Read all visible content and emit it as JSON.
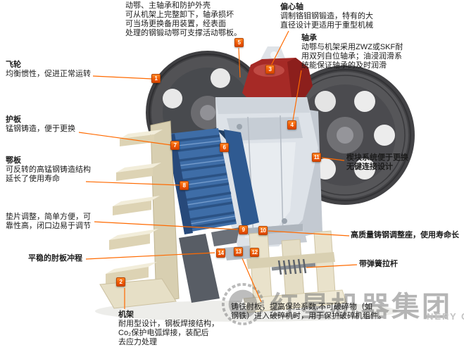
{
  "palette": {
    "accent_line": "#ff6a00",
    "marker_bg": "#ef5a00",
    "machine_blue": "#3e6da7",
    "machine_red": "#a62a26",
    "machine_cream": "#e9e2cb",
    "machine_dark": "#47474a",
    "watermark_gray": "#6e6e6e"
  },
  "callouts": {
    "moving_jaw": [
      "动鄂、主轴承和防护外壳",
      "可从机架上完整卸下，轴承损坏",
      "可当场更换备用装置，经表面",
      "处理的钢锻动鄂可支撑活动鄂板。"
    ],
    "eccentric_shaft": [
      "偏心轴",
      "调制铬钼钢锻造，特有的大",
      "直径设计更适用于重型机械"
    ],
    "bearing": [
      "轴承",
      "动鄂与机架采用ZWZ或SKF耐",
      "用双列自位轴承；油浸润滑系",
      "统能保证轴承的及时润滑"
    ],
    "flywheel": [
      "飞轮",
      "均衡惯性，促进正常运转"
    ],
    "guard_plate": [
      "护板",
      "锰钢铸造，便于更换"
    ],
    "jaw_plate": [
      "鄂板",
      "可反转的高锰钢铸造结构",
      "延长了使用寿命"
    ],
    "shim_adjustment": [
      "垫片调整，简单方便，可",
      "靠性高，闭口边易于调节"
    ],
    "toggle_stroke": [
      "平稳的肘板冲程"
    ],
    "frame": [
      "机架",
      "耐用型设计，钢板焊接结构，",
      "Co₂保护电弧焊接，装配后",
      "去应力处理"
    ],
    "wedge_system": [
      "楔块系统便于更换",
      "无键连接设计"
    ],
    "adjusting_seat": [
      "高质量铸钢调整座，使用寿命长"
    ],
    "spring_rod": [
      "带弹簧拉杆"
    ],
    "toggle_plate": [
      "铸铁肘板，提高保险系数,不可破碎物（如",
      "钢铁）进入破碎机时，用于保护破碎机组件。"
    ]
  },
  "markers": [
    "1",
    "2",
    "3",
    "4",
    "5",
    "6",
    "7",
    "8",
    "9",
    "10",
    "11",
    "12",
    "13",
    "14"
  ],
  "watermark": {
    "brand": "红星机器集团",
    "sub": "NERY GROUP"
  }
}
